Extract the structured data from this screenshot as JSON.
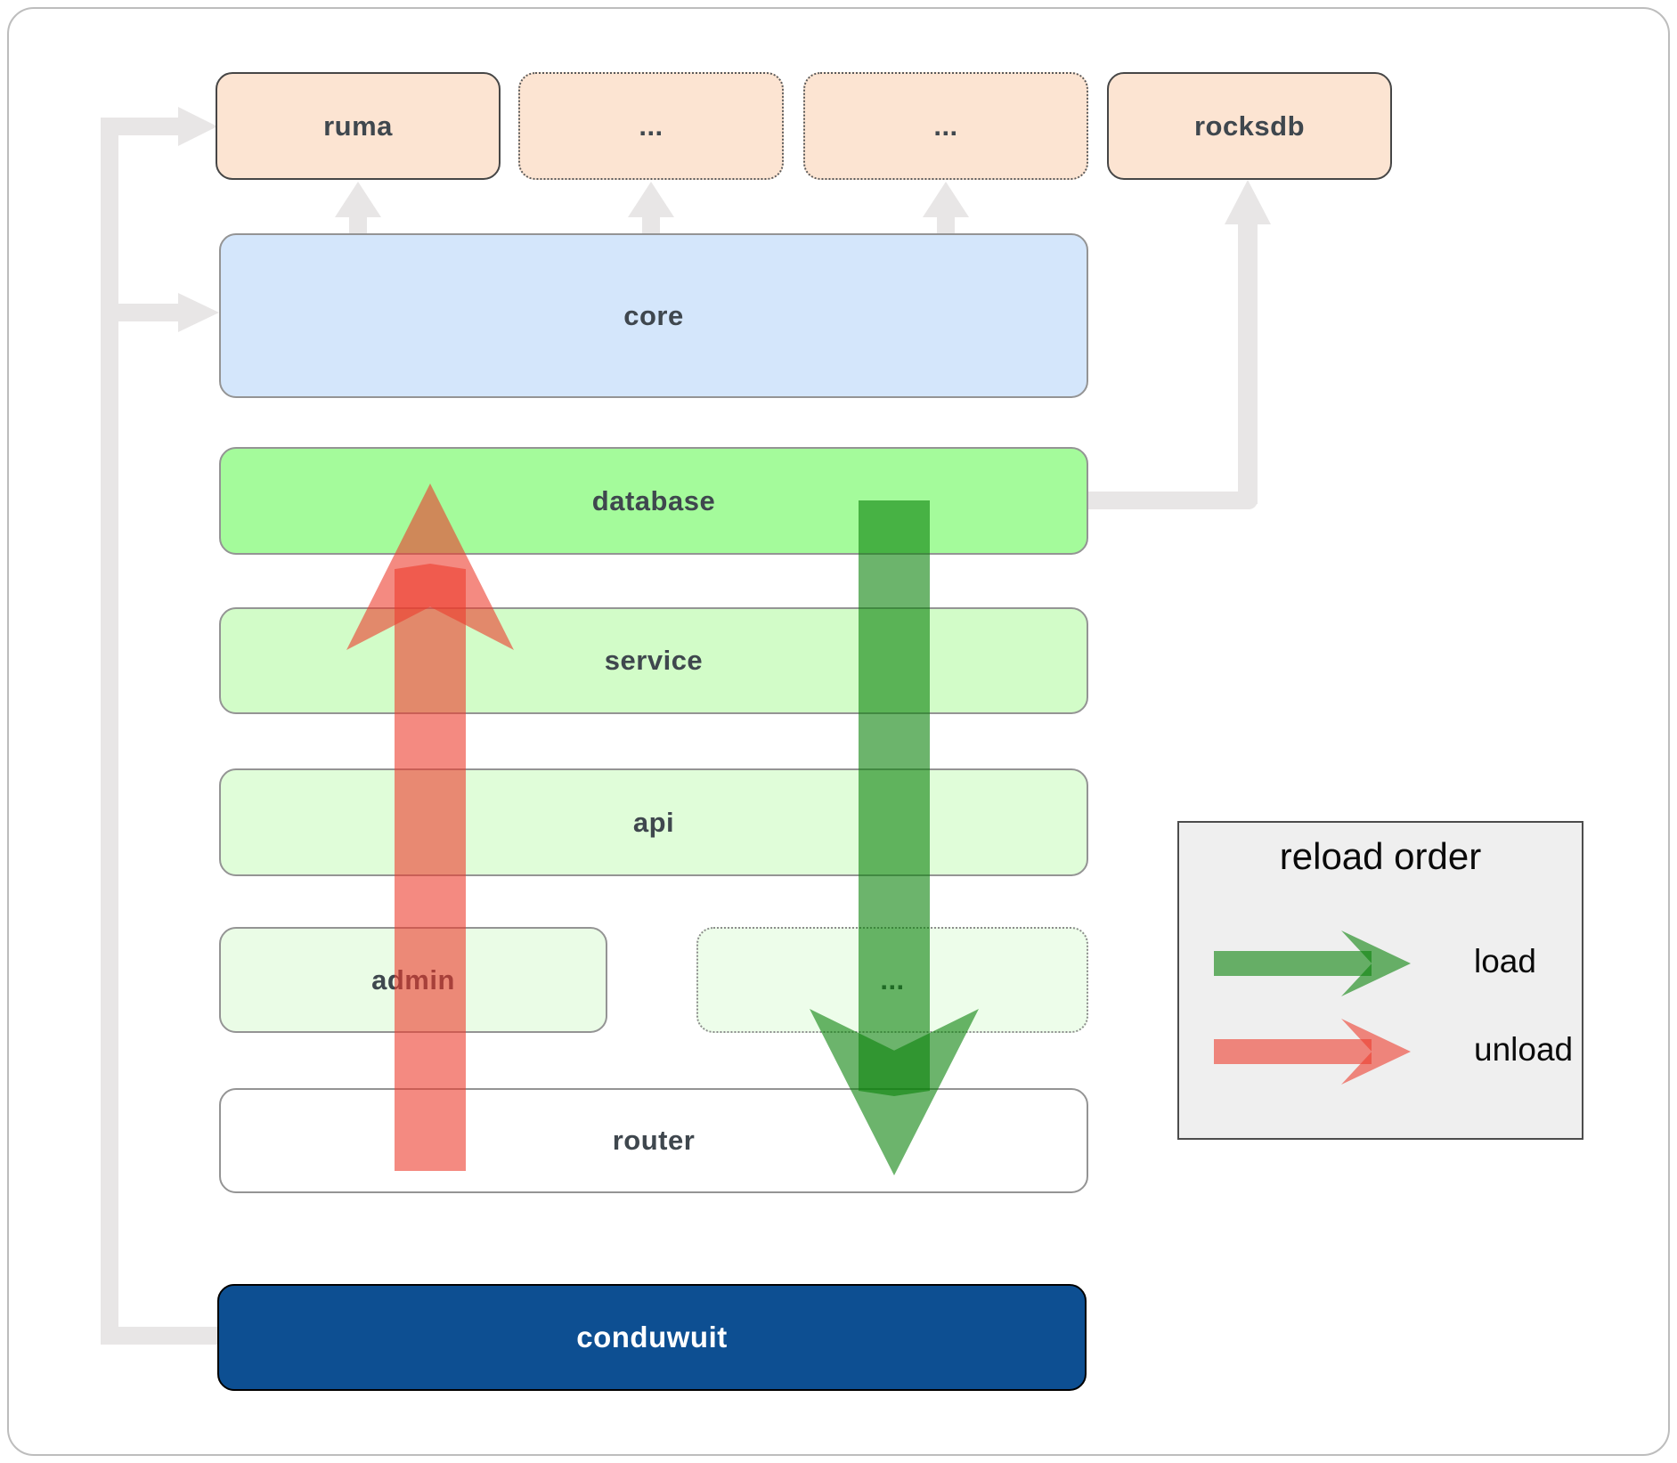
{
  "nodes": {
    "ruma": "ruma",
    "ellipsis_top_1": "...",
    "ellipsis_top_2": "...",
    "rocksdb": "rocksdb",
    "core": "core",
    "database": "database",
    "service": "service",
    "api": "api",
    "admin": "admin",
    "ellipsis_admin": "...",
    "router": "router",
    "conduwuit": "conduwuit"
  },
  "legend": {
    "title": "reload order",
    "load_label": "load",
    "unload_label": "unload"
  },
  "colors": {
    "peach": "#fce4d2",
    "core-blue": "#d4e6fb",
    "db-green": "#a4fb9b",
    "service-green": "#d2fcc8",
    "api-green": "#e0fdd9",
    "admin-green": "#eafce6",
    "ellipsis-green": "#edfdea",
    "conduwuit-blue": "#0d4f92",
    "load-arrow": "rgba(10,130,10,0.6)",
    "unload-arrow": "rgba(237,60,45,0.6)",
    "connector-gray": "#e8e6e6",
    "legend-bg": "#efefef",
    "box-text": "#3f474e"
  }
}
